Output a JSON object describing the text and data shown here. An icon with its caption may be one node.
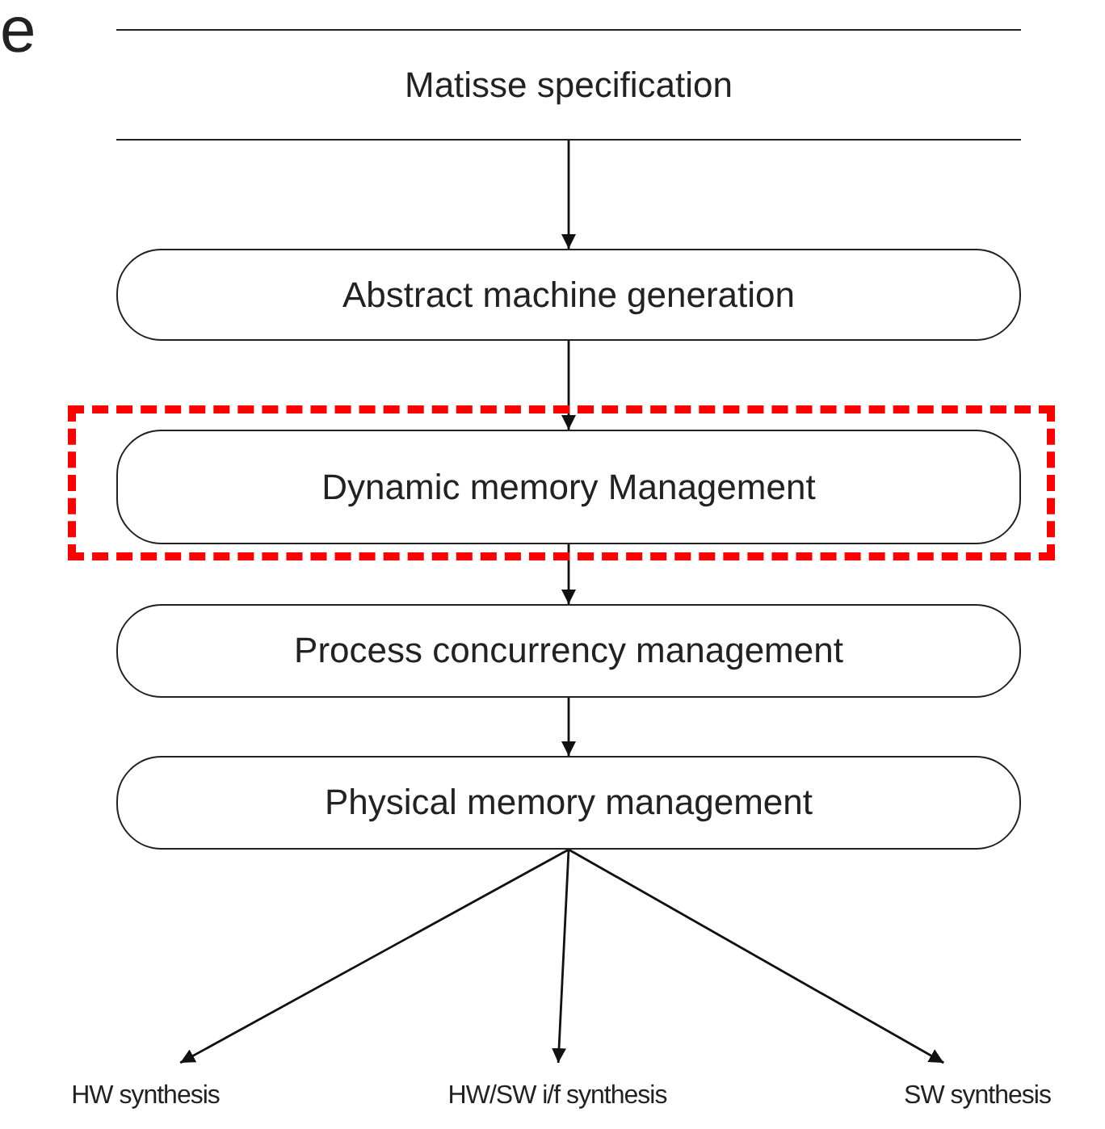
{
  "diagram": {
    "nodes": [
      {
        "text": [
          "Matisse specification"
        ]
      },
      {
        "text": [
          "Abstract machine generation"
        ]
      },
      {
        "text": [],
        "shape": "box"
      },
      {
        "text": [
          "Dynamic memory Management"
        ],
        "in": 2
      },
      {
        "text": [
          "Process concurrency management"
        ]
      },
      {
        "text": [
          "Physical memory management"
        ]
      },
      {
        "text": [
          "HW synthesis"
        ]
      },
      {
        "text": [
          "HW/SW i/f synthesis"
        ]
      },
      {
        "text": [
          "SW synthesis"
        ]
      }
    ],
    "edges": [
      {
        "from": 0,
        "to": 1,
        "arrow": "to"
      },
      {
        "from": 1,
        "to": 3,
        "arrow": "to"
      },
      {
        "from": 3,
        "to": 4,
        "arrow": "to"
      },
      {
        "from": 4,
        "to": 5,
        "arrow": "to"
      },
      {
        "from": 5,
        "to": 6,
        "arrow": "to"
      },
      {
        "from": 5,
        "to": 7,
        "arrow": "to"
      },
      {
        "from": 5,
        "to": 8,
        "arrow": "to"
      }
    ],
    "labels": [
      "e"
    ]
  }
}
